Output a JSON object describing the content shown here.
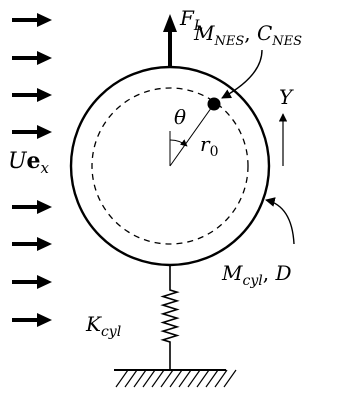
{
  "labels": {
    "lift_symbol": "F",
    "lift_sub": "L",
    "nes_mass_symbol": "M",
    "nes_mass_sub": "NES",
    "nes_sep": ", ",
    "nes_damp_symbol": "C",
    "nes_damp_sub": "NES",
    "theta": "θ",
    "radius_symbol": "r",
    "radius_sub": "0",
    "y_axis": "Y",
    "flow_speed": "U",
    "flow_unit_vec": "e",
    "flow_unit_sub": "x",
    "cyl_mass_symbol": "M",
    "cyl_mass_sub": "cyl",
    "cyl_sep": ", ",
    "cyl_diam": "D",
    "stiffness_symbol": "K",
    "stiffness_sub": "cyl"
  },
  "flow_arrows_count": 8,
  "spring_coils": 6,
  "hatch_lines": 13
}
